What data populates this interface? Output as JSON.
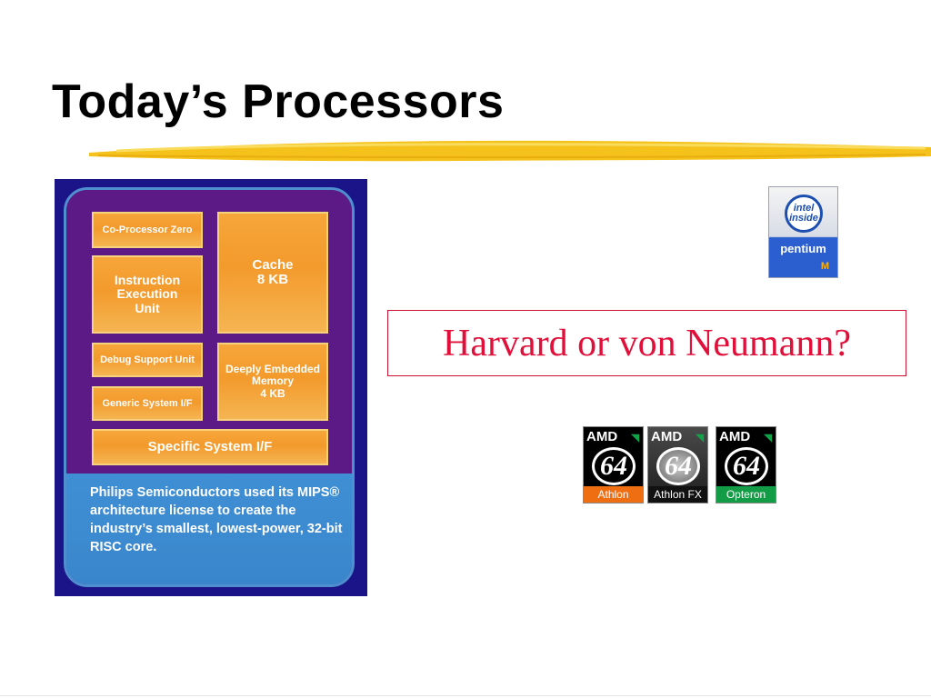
{
  "slide": {
    "title": "Today’s Processors",
    "question": "Harvard or von Neumann?"
  },
  "diagram": {
    "blocks": {
      "coprocessor": "Co-Processor Zero",
      "instruction": "Instruction\nExecution\nUnit",
      "cache": "Cache\n8 KB",
      "debug": "Debug Support Unit",
      "memory": "Deeply Embedded\nMemory\n4 KB",
      "generic": "Generic System I/F",
      "specific": "Specific System I/F"
    },
    "caption": "Philips Semiconductors used its MIPS® architecture license to create the industry’s smallest, lowest-power, 32-bit RISC core."
  },
  "logos": {
    "intel": {
      "badge_top": "intel",
      "badge_bottom": "inside",
      "brand": "pentium",
      "model": "M"
    },
    "amd": [
      {
        "brand": "AMD",
        "badge": "64",
        "product": "Athlon"
      },
      {
        "brand": "AMD",
        "badge": "64",
        "product": "Athlon FX"
      },
      {
        "brand": "AMD",
        "badge": "64",
        "product": "Opteron"
      }
    ]
  },
  "colors": {
    "highlight_stroke": "#f5c21b",
    "question_text": "#e0103a",
    "diagram_bg": "#1a1488",
    "block_fill": "#f39a2c",
    "caption_bg": "#3f8fd4"
  }
}
